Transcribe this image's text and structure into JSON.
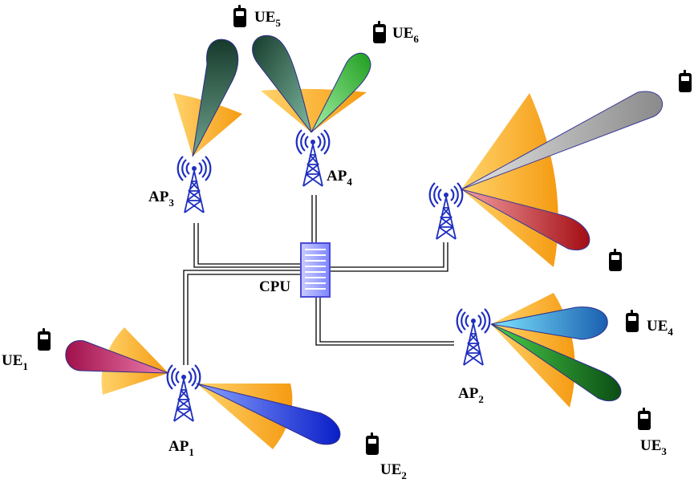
{
  "cpu": {
    "label": "CPU"
  },
  "access_points": [
    {
      "name": "AP",
      "index": "1"
    },
    {
      "name": "AP",
      "index": "2"
    },
    {
      "name": "AP",
      "index": "3"
    },
    {
      "name": "AP",
      "index": "4"
    }
  ],
  "user_equipment": [
    {
      "name": "UE",
      "index": "1"
    },
    {
      "name": "UE",
      "index": "2"
    },
    {
      "name": "UE",
      "index": "3"
    },
    {
      "name": "UE",
      "index": "4"
    },
    {
      "name": "UE",
      "index": "5"
    },
    {
      "name": "UE",
      "index": "6"
    }
  ],
  "colors": {
    "sector": "#f7a81b",
    "tower": "#1f2fbf",
    "backhaul": "#000000",
    "cpu_frame": "#4a4ad8",
    "beam_ue1": "#c2185b",
    "beam_ue2": "#1428d6",
    "beam_ue3": "#0b5e1a",
    "beam_ue4": "#1f77c8",
    "beam_ue5": "#1f4a38",
    "beam_ue6": "#2db62d",
    "beam_gray": "#8f8f8f",
    "beam_red": "#b3121b"
  }
}
